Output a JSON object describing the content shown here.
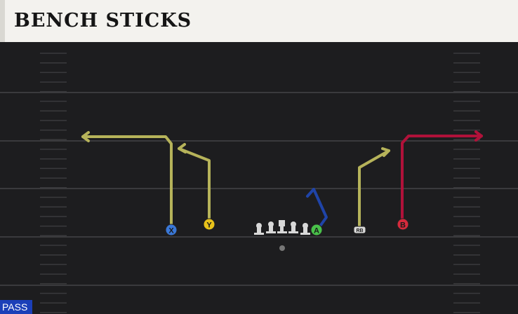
{
  "play": {
    "title": "BENCH STICKS",
    "type_badge": "PASS"
  },
  "players": [
    {
      "id": "X",
      "label": "X",
      "color": "#3a78d8"
    },
    {
      "id": "Y",
      "label": "Y",
      "color": "#e8c21a"
    },
    {
      "id": "A",
      "label": "A",
      "color": "#49c24a"
    },
    {
      "id": "RB",
      "label": "RB",
      "color": "#d8d8d8"
    },
    {
      "id": "B",
      "label": "B",
      "color": "#d62a3c"
    }
  ],
  "colors": {
    "field": "#1d1d1f",
    "route_yellow": "#b6b35a",
    "route_red": "#b0123a",
    "route_blue": "#1f44a8",
    "badge": "#1b3fb8"
  }
}
